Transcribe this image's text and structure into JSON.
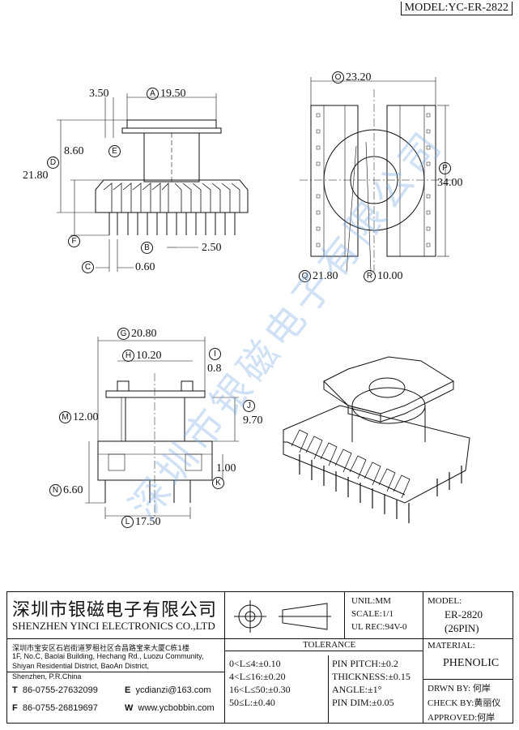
{
  "model_label": "MODEL:YC-ER-2822",
  "watermark": "深圳市银磁电子有限公司",
  "dimensions": {
    "A": {
      "letter": "A",
      "value": "19.50"
    },
    "B": {
      "letter": "B",
      "value": "2.50"
    },
    "C": {
      "letter": "C",
      "value": "0.60"
    },
    "D": {
      "letter": "D",
      "value": "21.80"
    },
    "E": {
      "letter": "E",
      "value": "3.50"
    },
    "F": {
      "letter": "F",
      "value": "8.60"
    },
    "G": {
      "letter": "G",
      "value": "20.80"
    },
    "H": {
      "letter": "H",
      "value": "10.20"
    },
    "I": {
      "letter": "I",
      "value": "0.8"
    },
    "J": {
      "letter": "J",
      "value": "9.70"
    },
    "K": {
      "letter": "K",
      "value": "1.00"
    },
    "L": {
      "letter": "L",
      "value": "17.50"
    },
    "M": {
      "letter": "M",
      "value": "12.00"
    },
    "N": {
      "letter": "N",
      "value": "6.60"
    },
    "O": {
      "letter": "O",
      "value": "23.20"
    },
    "P": {
      "letter": "P",
      "value": "34.00"
    },
    "Q": {
      "letter": "Q",
      "value": "21.80"
    },
    "R": {
      "letter": "R",
      "value": "10.00"
    }
  },
  "title_block": {
    "company_cn": "深圳市银磁电子有限公司",
    "company_en": "SHENZHEN YINCI ELECTRONICS CO.,LTD",
    "address_cn": "深圳市宝安区石岩街道罗租社区合昌路宝来大厦C栋1楼",
    "address_en_1": "1F, No.C, Baolai Building, Hechang Rd., Luozu Community,",
    "address_en_2": "Shiyan Residential District, BaoAn District,",
    "address_en_3": "Shenzhen, P.R.China",
    "tel_label": "T",
    "tel": "86-0755-27632099",
    "fax_label": "F",
    "fax": "86-0755-26819697",
    "email_label": "E",
    "email": "ycdianzi@163.com",
    "web_label": "W",
    "web": "www.ycbobbin.com",
    "unit": "UNIL:MM",
    "scale": "SCALE:1/1",
    "ul_rec": "UL REC:94V-0",
    "model_title": "MODEL:",
    "model_value": "ER-2820",
    "model_pins": "(26PIN)",
    "material_title": "MATERIAL:",
    "material_value": "PHENOLIC",
    "tolerance_title": "TOLERANCE",
    "tolerances": [
      "0<L≤4:±0.10",
      "4<L≤16:±0.20",
      "16<L≤50:±0.30",
      "50≤L:±0.40"
    ],
    "pin_tolerances": [
      "PIN PITCH:±0.2",
      "THICKNESS:±0.15",
      "ANGLE:±1°",
      "PIN DIM:±0.05"
    ],
    "drawn_by": "DRWN BY:",
    "drawn_name": "何岸",
    "check_by": "CHECK BY:",
    "check_name": "黄丽仪",
    "approved": "APPROVED:",
    "approved_name": "何岸"
  }
}
